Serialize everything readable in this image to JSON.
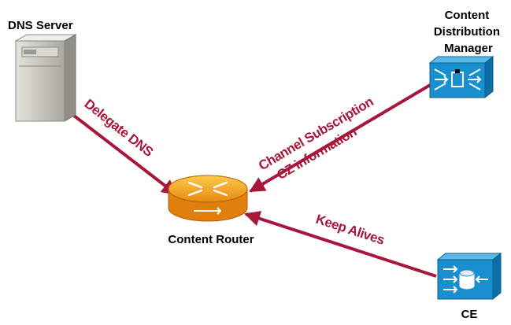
{
  "nodes": {
    "dns_server": {
      "label": "DNS Server",
      "icon": "server-tower-icon"
    },
    "content_distribution_manager": {
      "label_lines": [
        "Content",
        "Distribution",
        "Manager"
      ],
      "icon": "content-distribution-manager-icon"
    },
    "content_router": {
      "label": "Content Router",
      "icon": "router-icon"
    },
    "ce": {
      "label": "CE",
      "icon": "content-engine-icon"
    }
  },
  "edges": {
    "delegate_dns": {
      "label": "Delegate DNS"
    },
    "channel_subscription": {
      "label_lines": [
        "Channel Subscription",
        "CZ information"
      ]
    },
    "keep_alives": {
      "label": "Keep Alives"
    }
  },
  "colors": {
    "arrow": "#a8173a",
    "router": "#f5a21b",
    "cisco_blue": "#1a8fd0",
    "server": "#c8c8c0"
  }
}
